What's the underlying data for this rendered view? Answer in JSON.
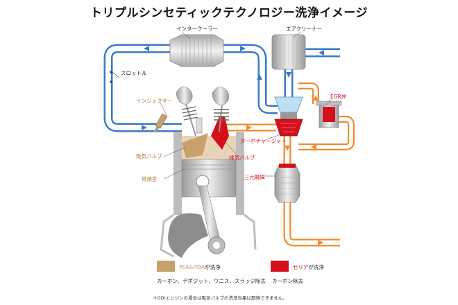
{
  "title": "トリプルシンセティックテクノロジー洗浄イメージ",
  "labels": {
    "intercooler": "インタークーラー",
    "air_cleaner": "エアクリーナー",
    "throttle": "スロットル",
    "injector": "インジェクター",
    "egr_valve": "EGR弁",
    "turbocharger": "ターボチャージャー",
    "intake_valve": "吸気バルブ",
    "exhaust_valve": "排気バルブ",
    "combustion_chamber": "燃焼室",
    "catalyst": "三元触媒"
  },
  "legend": {
    "tan_name": "PEA&PIBA",
    "tan_suffix": "が洗浄",
    "tan_desc": "カーボン、デポジット、ワニス、スラッジ除去",
    "red_name": "セリア",
    "red_suffix": "が洗浄",
    "red_desc": "カーボン除去"
  },
  "footnote": "＊GDIエンジンの場合は吸気バルブの洗浄効果は期待できません。",
  "colors": {
    "pipe_blue": "#3b79c6",
    "pipe_orange": "#f08a2e",
    "tan": "#c8a06a",
    "red": "#d6101b",
    "engine_gray": "#cfcfcf"
  }
}
